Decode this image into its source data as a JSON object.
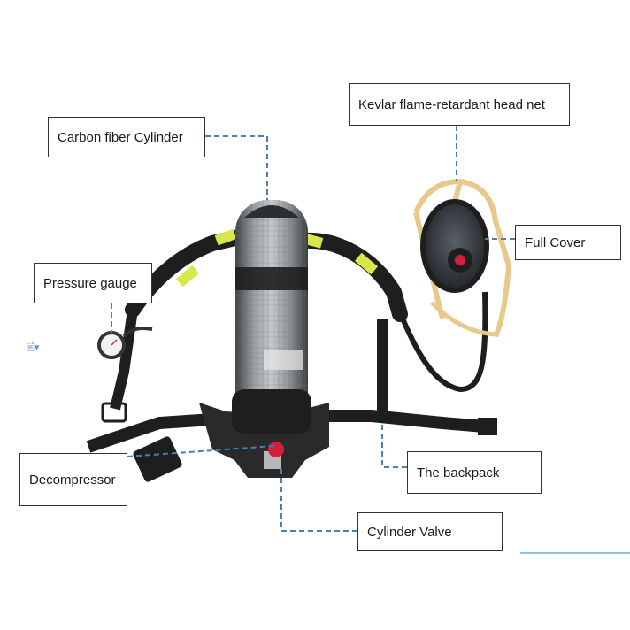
{
  "labels": {
    "kevlar": "Kevlar flame-retardant head net",
    "carbon": "Carbon fiber Cylinder",
    "cover": "Full Cover",
    "gauge": "Pressure gauge",
    "decompressor": "Decompressor",
    "backpack": "The backpack",
    "valve": "Cylinder Valve"
  },
  "colors": {
    "leader_line": "#4a7fb5",
    "harness": "#1e1e1e",
    "reflective": "#d8e84a",
    "mask_net": "#e8c98c",
    "cylinder": "#8b8f92",
    "valve": "#d3203a"
  },
  "icons": {
    "doc": "document-icon"
  }
}
